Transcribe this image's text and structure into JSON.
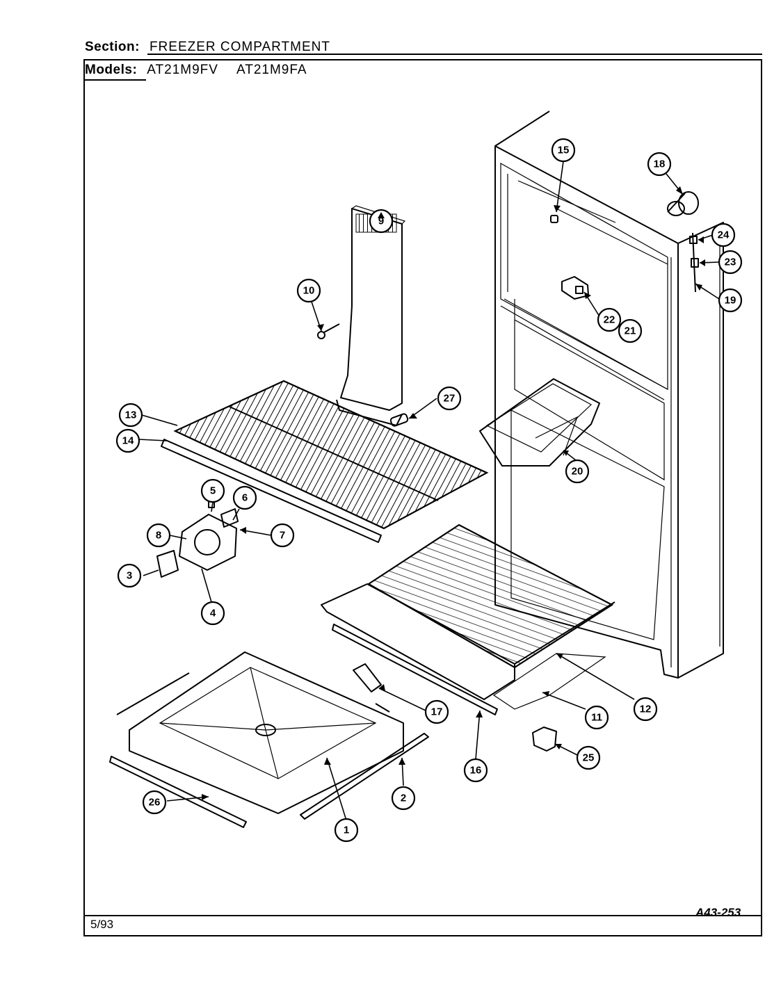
{
  "header": {
    "section_label": "Section:",
    "section_value": "FREEZER COMPARTMENT",
    "models_label": "Models:",
    "model_1": "AT21M9FV",
    "model_2": "AT21M9FA"
  },
  "footer": {
    "date": "5/93",
    "code": "A43-253"
  },
  "callouts": [
    "1",
    "2",
    "3",
    "4",
    "5",
    "6",
    "7",
    "8",
    "9",
    "10",
    "11",
    "12",
    "13",
    "14",
    "15",
    "16",
    "17",
    "18",
    "19",
    "20",
    "21",
    "22",
    "23",
    "24",
    "25",
    "26",
    "27"
  ]
}
